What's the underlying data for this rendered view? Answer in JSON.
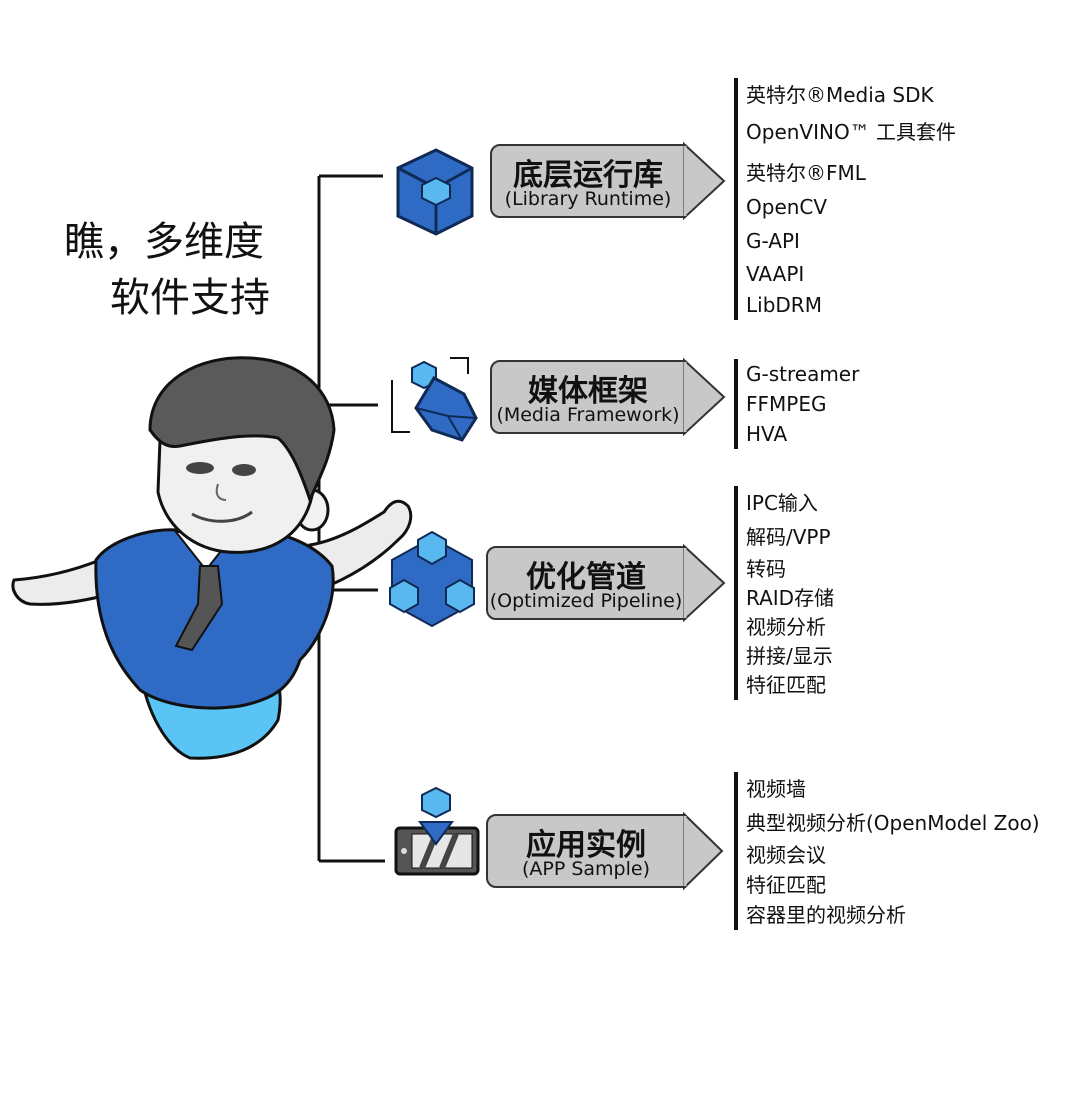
{
  "headline": {
    "line1": "瞧，多维度",
    "line2": "软件支持"
  },
  "categories": [
    {
      "title": "底层运行库",
      "subtitle": "(Library Runtime)",
      "icon": "cube-icon",
      "items": [
        "英特尔®Media SDK",
        "OpenVINO™ 工具套件",
        "英特尔®FML",
        "OpenCV",
        "G-API",
        "VAAPI",
        "LibDRM"
      ]
    },
    {
      "title": "媒体框架",
      "subtitle": "(Media Framework)",
      "icon": "framed-cubes-icon",
      "items": [
        "G-streamer",
        "FFMPEG",
        "HVA"
      ]
    },
    {
      "title": "优化管道",
      "subtitle": "(Optimized Pipeline)",
      "icon": "hexagon-cubes-icon",
      "items": [
        "IPC输入",
        "解码/VPP",
        "转码",
        "RAID存储",
        "视频分析",
        "拼接/显示",
        "特征匹配"
      ]
    },
    {
      "title": "应用实例",
      "subtitle": "(APP Sample)",
      "icon": "tablet-download-icon",
      "items": [
        "视频墙",
        "典型视频分析(OpenModel Zoo)",
        "视频会议",
        "特征匹配",
        "容器里的视频分析"
      ]
    }
  ],
  "colors": {
    "cube_dark": "#2f6bc4",
    "cube_light": "#5ab8f0",
    "shirt": "#2f6bc4",
    "pants": "#5ac4f5",
    "label_box": "#c8c8c8",
    "line": "#111111"
  }
}
